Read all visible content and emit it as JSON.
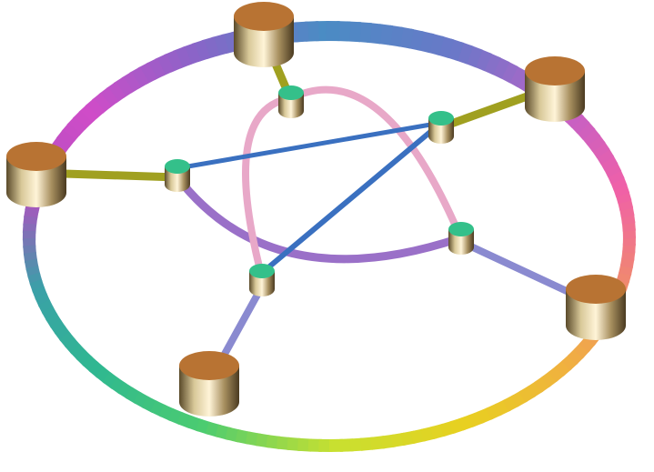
{
  "diagram": {
    "kind": "network graph illustration",
    "outer_node_count": 5,
    "inner_node_count": 5,
    "colors": {
      "ring_gradient": [
        "#4a8cc4",
        "#8a64c8",
        "#d04cc8",
        "#b050c0",
        "#3aa0a8",
        "#2fb890",
        "#4ccc70",
        "#c8e030",
        "#e8d020",
        "#f0b040",
        "#f08870",
        "#f060a8",
        "#c060c8",
        "#6a78c8"
      ],
      "outer_node_top": "#b87333",
      "outer_node_body": "#b8a070",
      "inner_node_top": "#34c08a",
      "spoke_olive": "#a0a020",
      "spoke_lavender": "#8a8ad0",
      "link_blue": "#3a70c0",
      "link_purple": "#9a70c8",
      "link_pink": "#e8a8c8"
    }
  }
}
